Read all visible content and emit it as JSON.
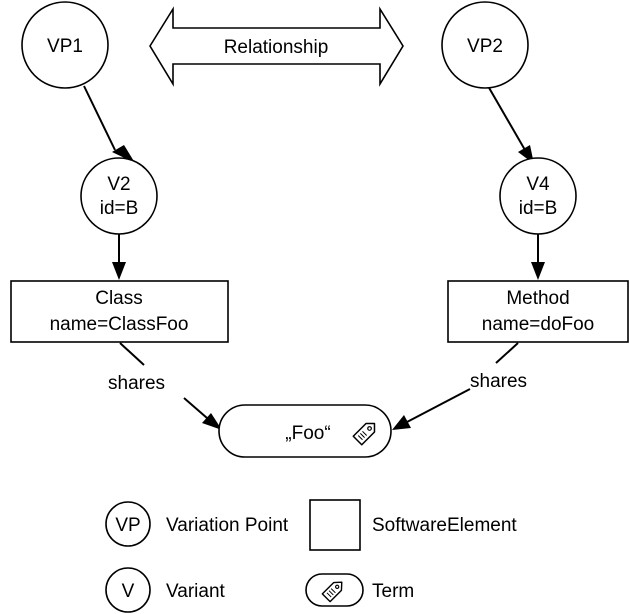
{
  "diagram": {
    "relationship": {
      "label": "Relationship",
      "fill": "#d9d9d9"
    },
    "vp1": {
      "label": "VP1"
    },
    "vp2": {
      "label": "VP2"
    },
    "v2": {
      "line1": "V2",
      "line2": "id=B"
    },
    "v4": {
      "line1": "V4",
      "line2": "id=B"
    },
    "class_element": {
      "line1": "Class",
      "line2": "name=ClassFoo"
    },
    "method_element": {
      "line1": "Method",
      "line2": "name=doFoo"
    },
    "term": {
      "label": "„Foo“",
      "icon": "tag-icon"
    },
    "edges": {
      "shares_left": "shares",
      "shares_right": "shares"
    }
  },
  "legend": {
    "variation_point": {
      "symbol": "VP",
      "label": "Variation Point"
    },
    "software_element": {
      "label": "SoftwareElement"
    },
    "variant": {
      "symbol": "V",
      "label": "Variant"
    },
    "term": {
      "label": "Term",
      "icon": "tag-icon"
    }
  }
}
